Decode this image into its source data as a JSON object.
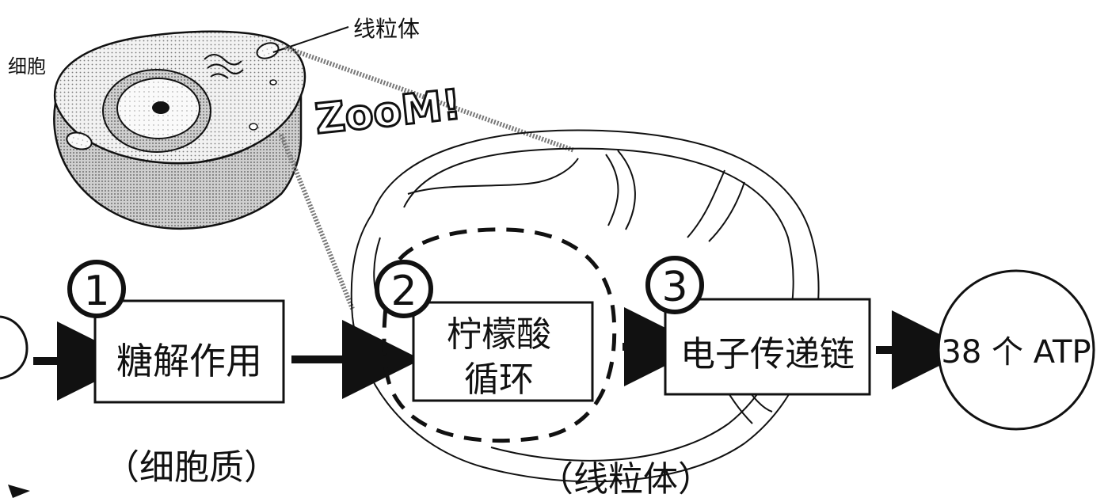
{
  "labels": {
    "cell": "细胞",
    "mitochondrion": "线粒体",
    "zoom": "ZooM!",
    "cytoplasm": "（细胞质）",
    "mito_region": "（线粒体）"
  },
  "steps": [
    {
      "number": "1",
      "name": "糖解作用"
    },
    {
      "number": "2",
      "name_line1": "柠檬酸",
      "name_line2": "循环"
    },
    {
      "number": "3",
      "name": "电子传递链"
    }
  ],
  "result": "38 个 ATP"
}
